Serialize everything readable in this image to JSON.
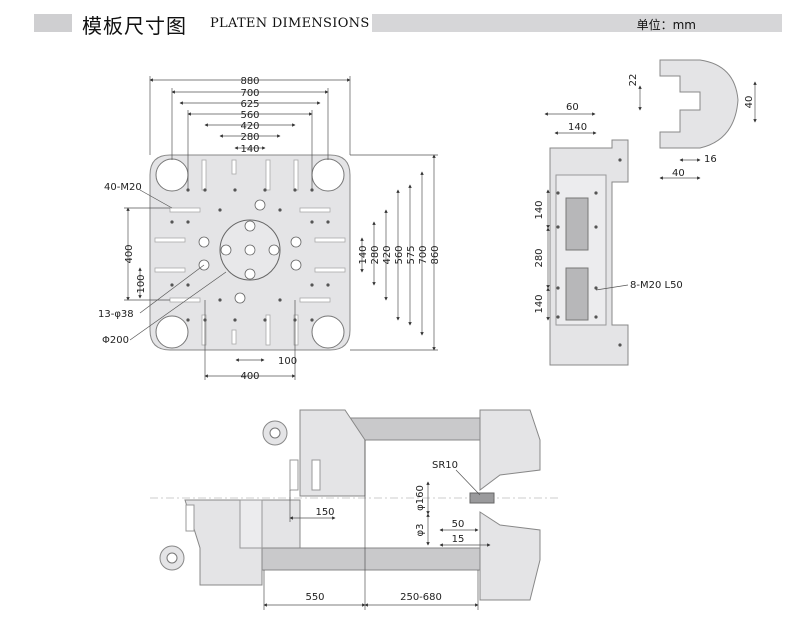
{
  "header": {
    "title_cn": "模板尺寸图",
    "title_en": "PLATEN DIMENSIONS",
    "unit": "单位：mm"
  },
  "front_view": {
    "top_dims": [
      "880",
      "700",
      "625",
      "560",
      "420",
      "280",
      "140"
    ],
    "right_dims": [
      "140",
      "280",
      "420",
      "560",
      "575",
      "700",
      "860"
    ],
    "left_dims": [
      "400",
      "100"
    ],
    "bottom_dims": [
      "100",
      "400"
    ],
    "labels": {
      "tapped_holes": "40-M20",
      "holes": "13-φ38",
      "center_bore": "Φ200"
    }
  },
  "side_view": {
    "top_dims": [
      "60",
      "140"
    ],
    "left_dims": [
      "140",
      "280",
      "140"
    ],
    "label": "8-M20 L50"
  },
  "t_slot": {
    "dims": [
      "22",
      "40",
      "16",
      "40"
    ]
  },
  "top_view": {
    "labels": [
      "SR10",
      "φ160",
      "φ3",
      "150",
      "50",
      "15",
      "550",
      "250-680"
    ]
  }
}
